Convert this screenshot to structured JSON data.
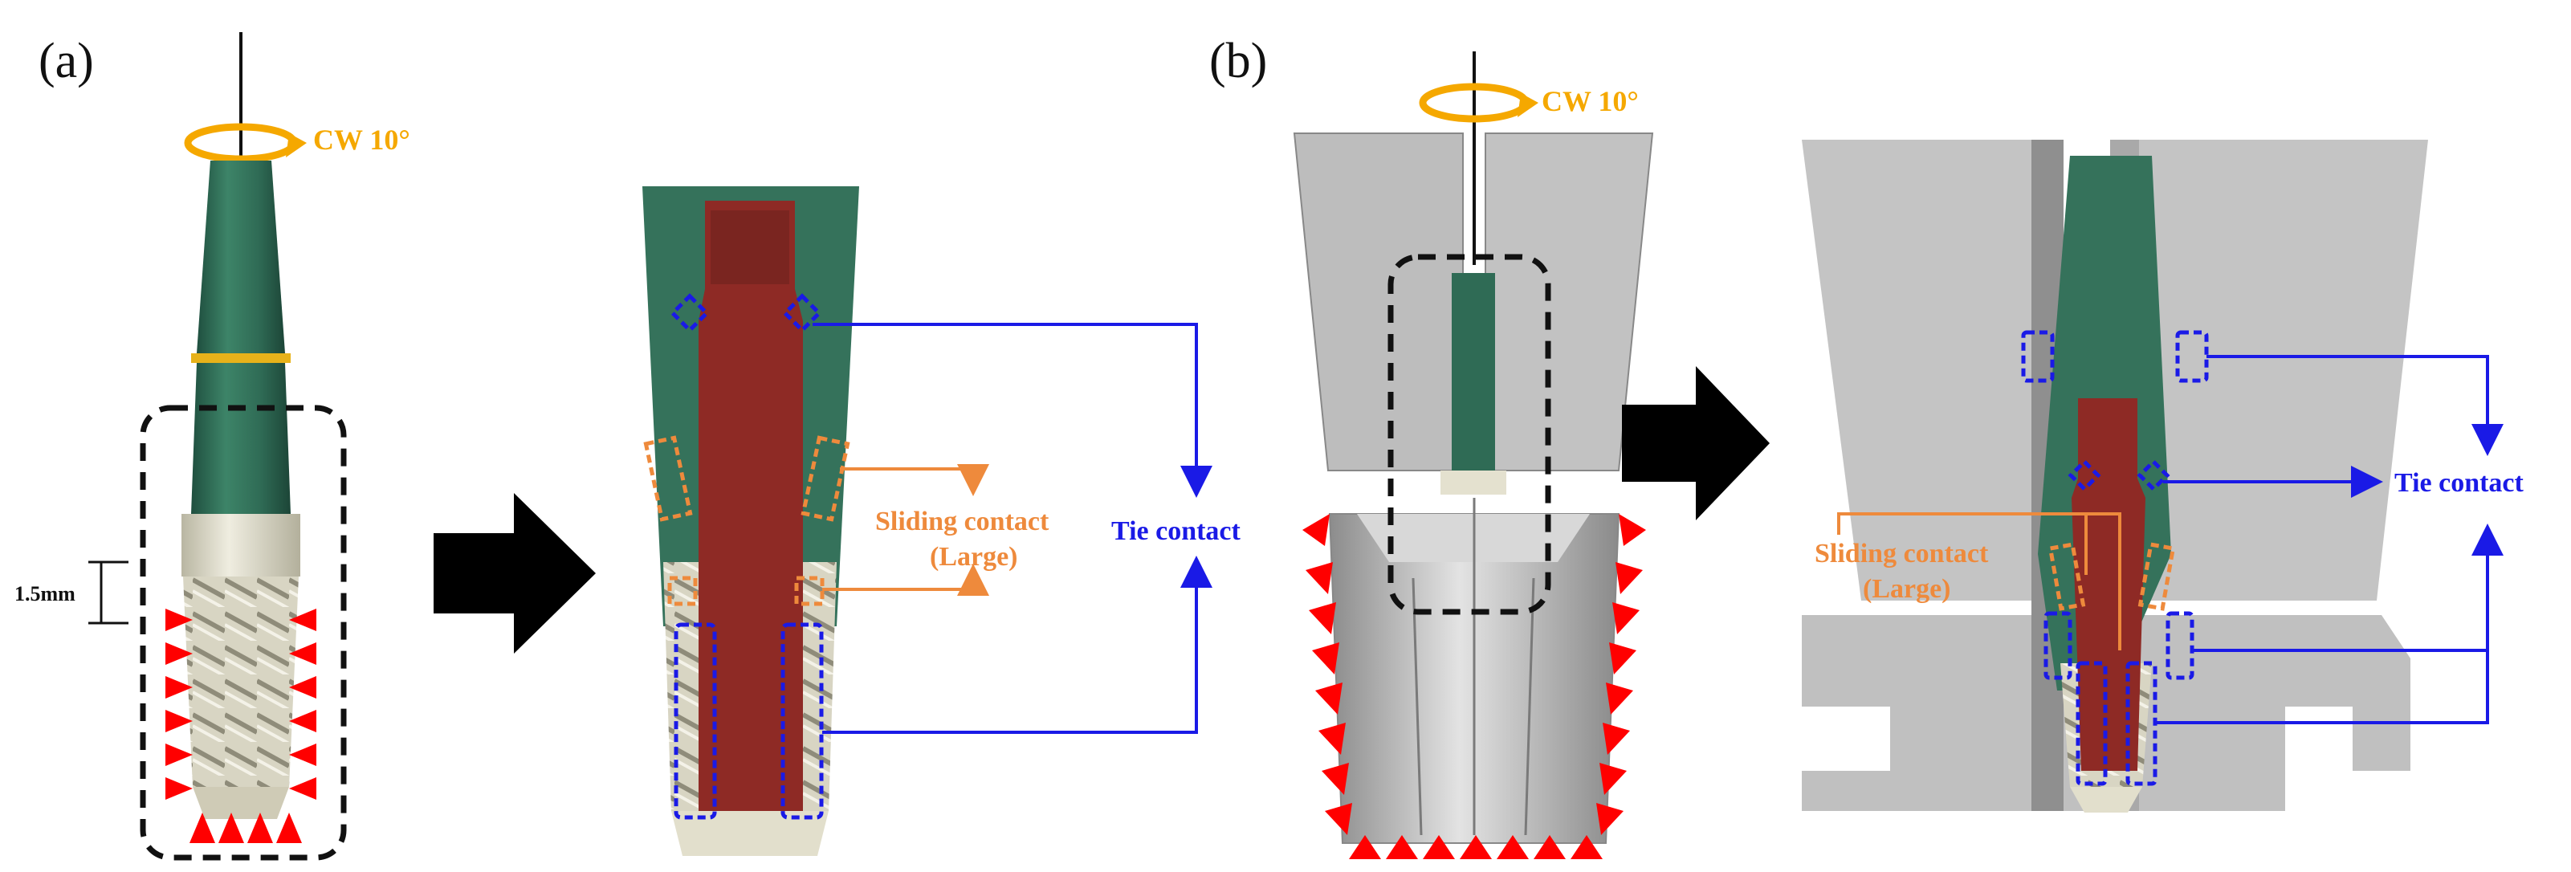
{
  "panels": {
    "a": {
      "label": "(a)"
    },
    "b": {
      "label": "(b)"
    }
  },
  "annotations": {
    "rotation_a": "CW 10°",
    "rotation_b": "CW 10°",
    "dimension": "1.5mm",
    "sliding_a_line1": "Sliding contact",
    "sliding_a_line2": "(Large)",
    "tie_a": "Tie contact",
    "sliding_b_line1": "Sliding contact",
    "sliding_b_line2": "(Large)",
    "tie_b": "Tie contact"
  },
  "colors": {
    "abutment_green": "#2f6b55",
    "screw_red": "#8e2a25",
    "implant_cream": "#e4e1cf",
    "jig_gray": "#bdbdbd",
    "rotation_orange": "#f5a800",
    "sliding_orange": "#ee8a3c",
    "tie_blue": "#1a1ae6",
    "fixed_red": "#ff0000"
  }
}
